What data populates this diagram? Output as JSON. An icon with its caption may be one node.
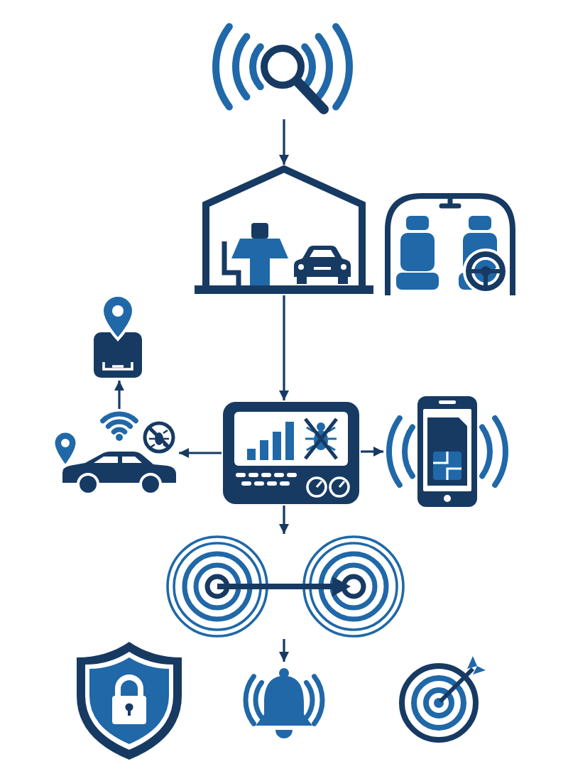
{
  "diagram": {
    "nodes": [
      {
        "text": [],
        "shape": "picture"
      },
      {
        "text": [],
        "shape": "picture"
      },
      {
        "text": [],
        "shape": "picture"
      },
      {
        "text": [],
        "shape": "picture"
      },
      {
        "text": [],
        "shape": "picture"
      },
      {
        "text": [],
        "shape": "picture"
      },
      {
        "text": [],
        "shape": "picture"
      },
      {
        "text": [],
        "shape": "picture"
      },
      {
        "text": [],
        "shape": "picture"
      },
      {
        "text": [],
        "shape": "picture"
      },
      {
        "text": [],
        "shape": "picture"
      }
    ],
    "edges": [
      {
        "from": 0,
        "to": 1,
        "arrow": "to"
      },
      {
        "from": 1,
        "to": 5,
        "arrow": "to"
      },
      {
        "from": 5,
        "to": 4,
        "arrow": "to"
      },
      {
        "from": 5,
        "to": 6,
        "arrow": "to"
      },
      {
        "from": 4,
        "to": 3,
        "arrow": "to"
      },
      {
        "from": 5,
        "to": 7,
        "arrow": "to"
      },
      {
        "from": 7,
        "to": 9,
        "arrow": "to"
      }
    ]
  }
}
